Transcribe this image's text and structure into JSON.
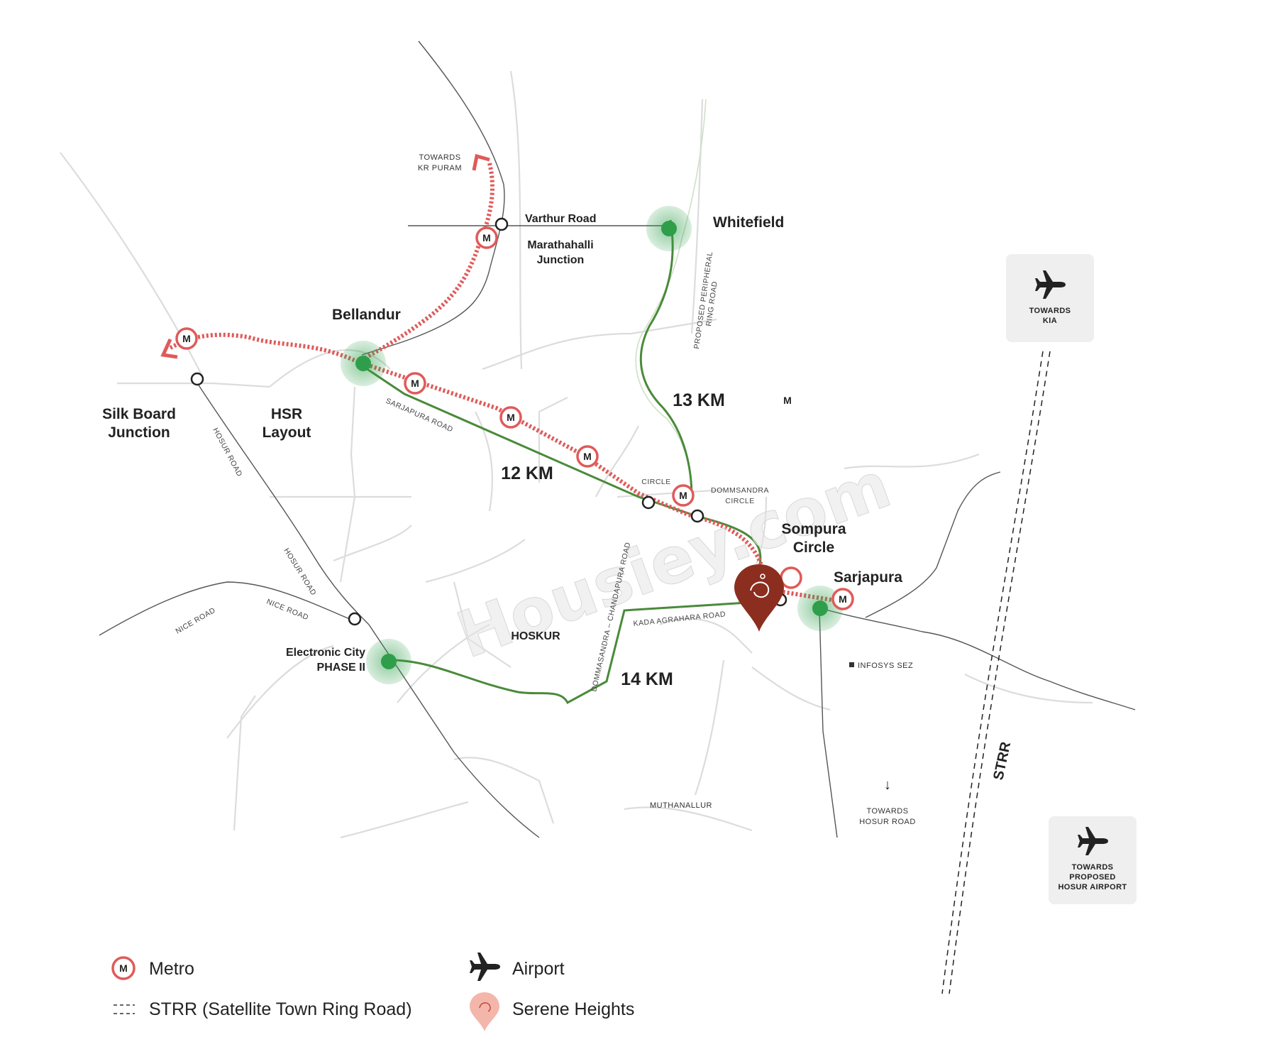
{
  "map": {
    "places": {
      "whitefield": "Whitefield",
      "bellandur": "Bellandur",
      "silk_board_1": "Silk Board",
      "silk_board_2": "Junction",
      "hsr_1": "HSR",
      "hsr_2": "Layout",
      "varthur_road": "Varthur Road",
      "marathahalli_1": "Marathahalli",
      "marathahalli_2": "Junction",
      "sompura_1": "Sompura",
      "sompura_2": "Circle",
      "sarjapura": "Sarjapura",
      "electronic_city_1": "Electronic City",
      "electronic_city_2": "PHASE II",
      "hoskur": "HOSKUR",
      "muthanallur": "MUTHANALLUR",
      "infosys_sez": "INFOSYS SEZ"
    },
    "towards": {
      "kr_puram_1": "TOWARDS",
      "kr_puram_2": "KR PURAM",
      "hosur_road_1": "TOWARDS",
      "hosur_road_2": "HOSUR ROAD"
    },
    "roads": {
      "sarjapura_road": "SARJAPURA ROAD",
      "hosur_road_a": "HOSUR ROAD",
      "hosur_road_b": "HOSUR ROAD",
      "nice_road_a": "NICE ROAD",
      "nice_road_b": "NICE ROAD",
      "proposed_prr_1": "PROPOSED PERIPHERAL",
      "proposed_prr_2": "RING ROAD",
      "dommasandra_chandapura": "DOMMASANDRA – CHANDAPURA ROAD",
      "kada_agrahara": "KADA AGRAHARA ROAD",
      "circle": "CIRCLE",
      "dommasandra_circle_1": "DOMMSANDRA",
      "dommasandra_circle_2": "CIRCLE",
      "strr": "STRR"
    },
    "distances": {
      "d12": "12 KM",
      "d13": "13 KM",
      "d14": "14 KM"
    },
    "metro_symbol": "M",
    "watermark": "Housiey.com",
    "airports": {
      "kia_1": "TOWARDS",
      "kia_2": "KIA",
      "hosur_1": "TOWARDS",
      "hosur_2": "PROPOSED",
      "hosur_3": "HOSUR AIRPORT"
    }
  },
  "legend": {
    "metro": "Metro",
    "strr": "STRR (Satellite Town Ring Road)",
    "airport": "Airport",
    "serene": "Serene Heights"
  },
  "colors": {
    "route_green": "#4a8a3a",
    "metro_red": "#e05a5a",
    "hub_green": "#2e9e4a",
    "pin_brown": "#8b2e1f",
    "road_grey": "#d8d8d8"
  }
}
